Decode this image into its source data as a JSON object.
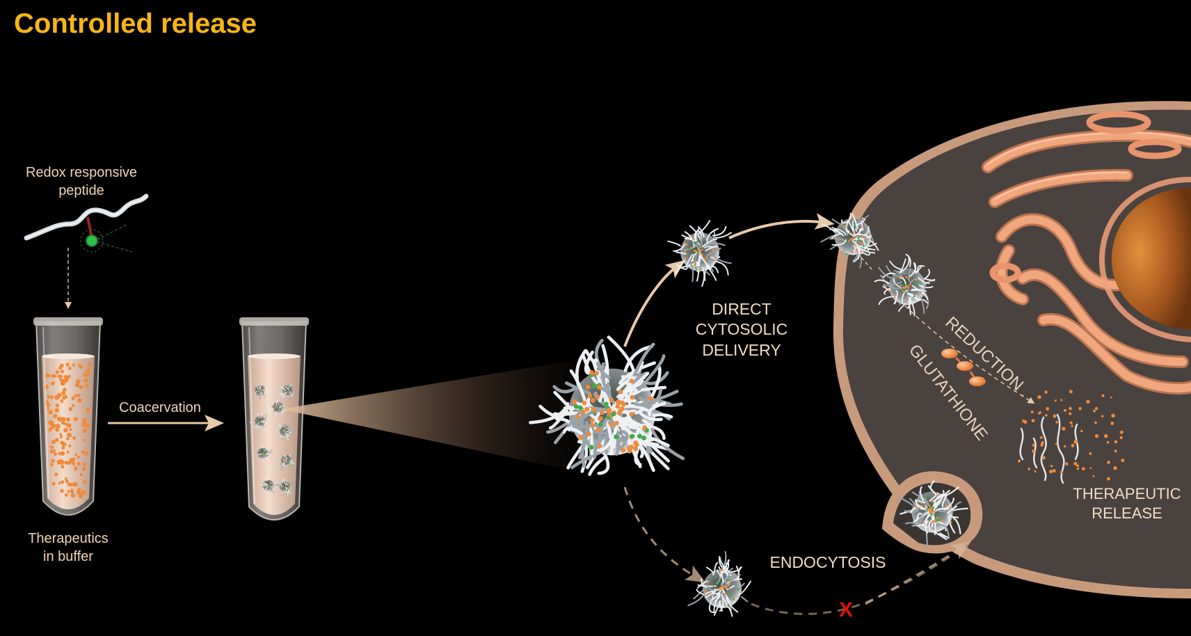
{
  "title": "Controlled release",
  "labels": {
    "redox_line1": "Redox responsive",
    "redox_line2": "peptide",
    "coacervation": "Coacervation",
    "therapeutics_line1": "Therapeutics",
    "therapeutics_line2": "in buffer",
    "direct_line1": "DIRECT",
    "direct_line2": "CYTOSOLIC",
    "direct_line3": "DELIVERY",
    "endocytosis": "ENDOCYTOSIS",
    "reduction": "REDUCTION",
    "glutathione": "GLUTATHIONE",
    "release_line1": "THERAPEUTIC",
    "release_line2": "RELEASE",
    "blocked_mark": "X"
  },
  "colors": {
    "title": "#f7b516",
    "label": "#f0d3b8",
    "arrow": "#e8c9a9",
    "cell_membrane": "#c89a7c",
    "cytoplasm": "#4a423e",
    "organelle": "#f0a07a",
    "nucleus": "#b86a2c",
    "droplet": "#f08a3c",
    "blocked_mark": "#e01010"
  },
  "icons": {
    "peptide": "wavy-peptide-strand-icon",
    "tube": "test-tube-icon",
    "coacervate": "fibrous-coacervate-droplet-icon",
    "glutathione": "glutathione-molecule-icon"
  }
}
